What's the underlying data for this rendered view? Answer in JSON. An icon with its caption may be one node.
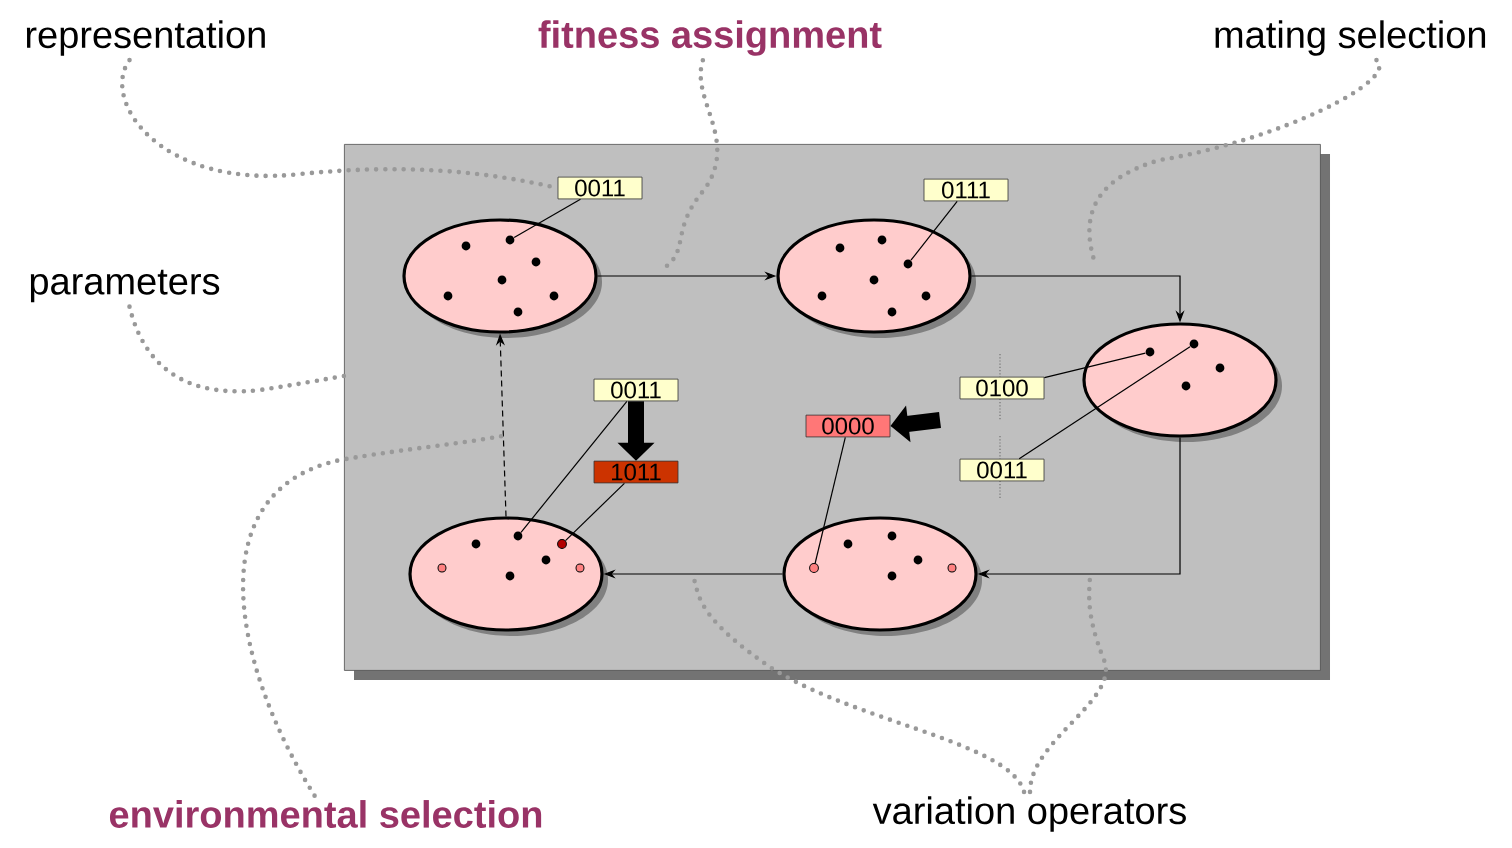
{
  "diagram": {
    "nodes": [
      {
        "text": [],
        "shape": "box"
      },
      {
        "text": [],
        "shape": "ellipse",
        "in": 0
      },
      {
        "text": [],
        "shape": "circle",
        "in": 1
      },
      {
        "text": [],
        "shape": "ellipse",
        "in": 0
      },
      {
        "text": [],
        "shape": "circle",
        "in": 3
      },
      {
        "text": [],
        "shape": "ellipse",
        "in": 0
      },
      {
        "text": [],
        "shape": "circle",
        "in": 5
      },
      {
        "text": [],
        "shape": "circle",
        "in": 5
      },
      {
        "text": [],
        "shape": "ellipse",
        "in": 0
      },
      {
        "text": [],
        "shape": "circle",
        "in": 8
      },
      {
        "text": [],
        "shape": "ellipse",
        "in": 0
      },
      {
        "text": [],
        "shape": "circle",
        "in": 10
      },
      {
        "text": [],
        "shape": "circle",
        "in": 10
      },
      {
        "text": [
          "0011"
        ],
        "in": 0
      },
      {
        "text": [
          "0111"
        ],
        "in": 0
      },
      {
        "text": [
          "0100"
        ],
        "in": 0
      },
      {
        "text": [
          "0011"
        ],
        "in": 0
      },
      {
        "text": [
          "0000"
        ],
        "in": 0
      },
      {
        "text": [
          "0011"
        ],
        "in": 0
      },
      {
        "text": [
          "1011"
        ],
        "in": 0
      },
      {
        "text": [
          "representation"
        ]
      },
      {
        "text": [
          "fitness assignment"
        ]
      },
      {
        "text": [
          "mating selection"
        ]
      },
      {
        "text": [
          "parameters"
        ]
      },
      {
        "text": [
          "environmental selection"
        ]
      },
      {
        "text": [
          "variation operators"
        ]
      }
    ],
    "edges": [
      {
        "from": 1,
        "to": 3,
        "arrow": "to"
      },
      {
        "from": 3,
        "to": 5,
        "arrow": "to"
      },
      {
        "from": 5,
        "to": 8,
        "arrow": "to"
      },
      {
        "from": 8,
        "to": 10,
        "arrow": "to"
      },
      {
        "from": 10,
        "to": 1,
        "arrow": "to",
        "style": "dashed"
      },
      {
        "from": 13,
        "to": 2,
        "arrow": "none"
      },
      {
        "from": 14,
        "to": 4,
        "arrow": "none"
      },
      {
        "from": 15,
        "to": 6,
        "arrow": "none"
      },
      {
        "from": 16,
        "to": 7,
        "arrow": "none"
      },
      {
        "from": 17,
        "to": 9,
        "arrow": "none"
      },
      {
        "from": 18,
        "to": 11,
        "arrow": "none"
      },
      {
        "from": 19,
        "to": 12,
        "arrow": "none"
      },
      {
        "from": 18,
        "to": 19,
        "arrow": "to",
        "style": "thick"
      },
      {
        "from": null,
        "to": 17,
        "arrow": "to",
        "style": "thick"
      },
      {
        "from": 20,
        "to": 13,
        "arrow": "none",
        "style": "dashed",
        "color": "#999999"
      },
      {
        "from": 21,
        "to": null,
        "arrow": "none",
        "style": "dashed",
        "color": "#999999"
      },
      {
        "from": 22,
        "to": null,
        "arrow": "none",
        "style": "dashed",
        "color": "#999999"
      },
      {
        "from": 23,
        "to": 0,
        "arrow": "none",
        "style": "dashed",
        "color": "#999999"
      },
      {
        "from": 24,
        "to": null,
        "arrow": "none",
        "style": "dashed",
        "color": "#999999"
      },
      {
        "from": 25,
        "to": null,
        "arrow": "none",
        "style": "dashed",
        "color": "#999999"
      },
      {
        "from": 25,
        "to": null,
        "arrow": "none",
        "style": "dashed",
        "color": "#999999"
      }
    ]
  }
}
